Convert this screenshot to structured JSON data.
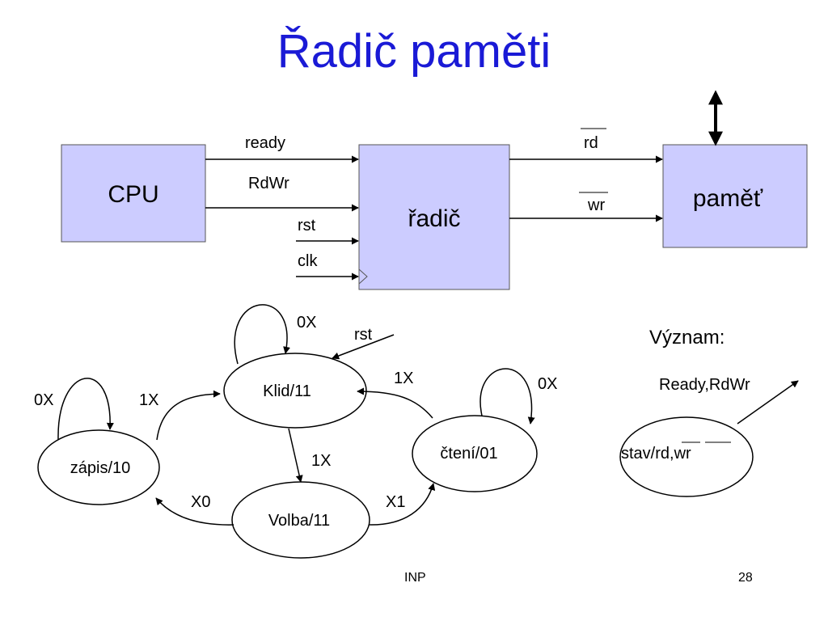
{
  "slide": {
    "title": "Řadič paměti",
    "footer_center": "INP",
    "page_number": "28"
  },
  "block_diagram": {
    "blocks": {
      "cpu": "CPU",
      "controller": "řadič",
      "memory": "paměť"
    },
    "signals": {
      "ready": "ready",
      "rdwr": "RdWr",
      "rst": "rst",
      "clk": "clk",
      "rd": "rd",
      "wr": "wr"
    },
    "block_fill": "#ccccff"
  },
  "state_machine": {
    "states": {
      "klid": "Klid/11",
      "zapis": "zápis/10",
      "cteni": "čtení/01",
      "volba": "Volba/11"
    },
    "transitions": {
      "klid_self": "0X",
      "reset": "rst",
      "zapis_self": "0X",
      "zapis_to_klid": "1X",
      "cteni_to_klid": "1X",
      "cteni_self": "0X",
      "klid_to_volba": "1X",
      "volba_to_zapis": "X0",
      "volba_to_cteni": "X1"
    }
  },
  "legend": {
    "heading": "Význam:",
    "inputs_label": "Ready,RdWr",
    "state_prefix": "stav/",
    "rd": "rd",
    "comma": ",",
    "wr": "wr"
  }
}
